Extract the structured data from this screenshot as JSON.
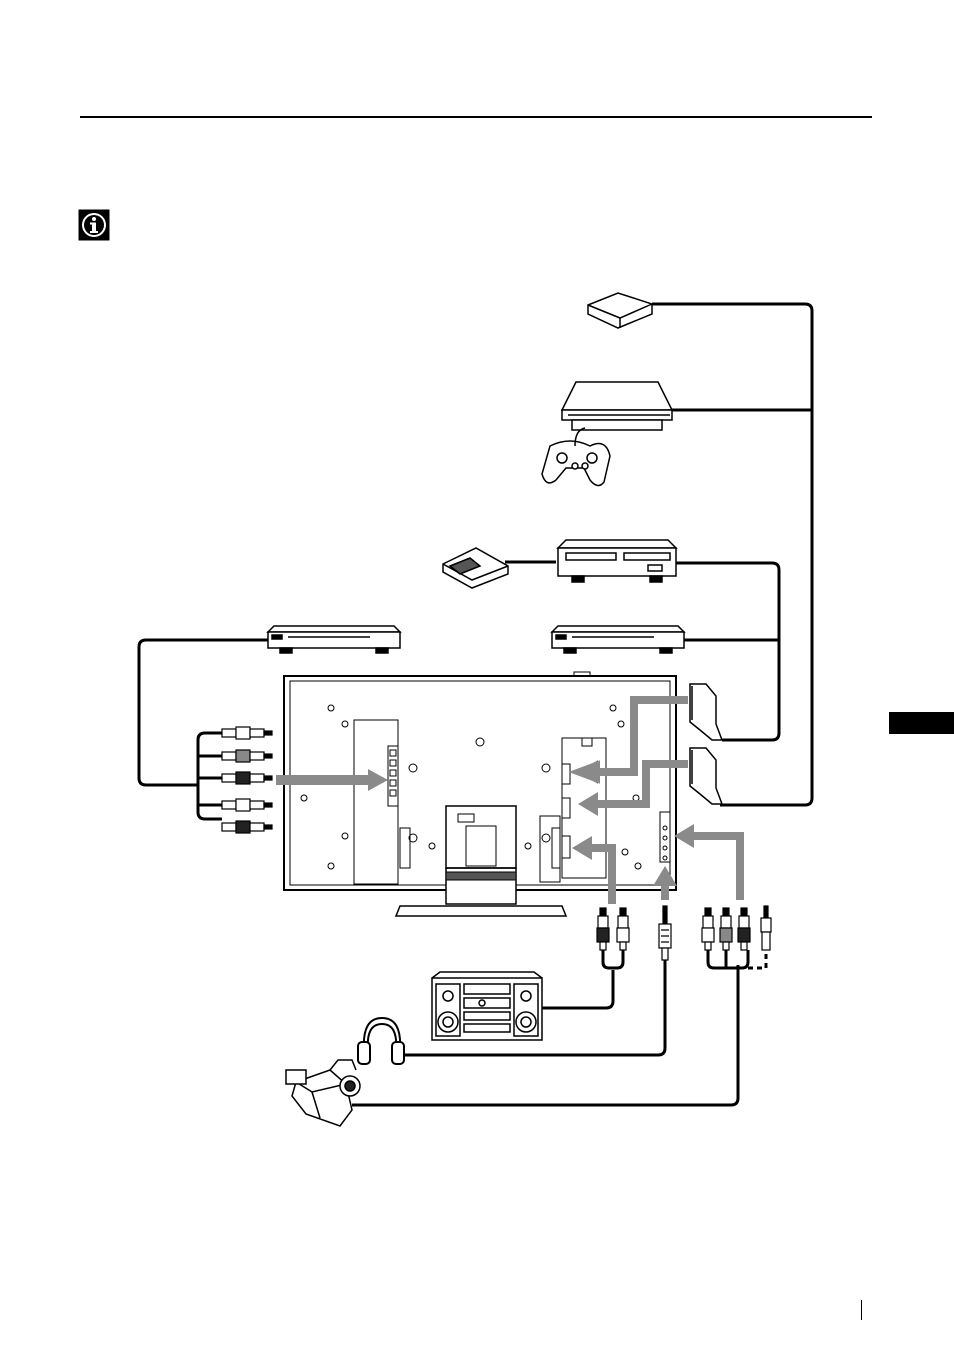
{
  "header": {
    "title": ""
  },
  "icons": {
    "info": "info-icon",
    "tab": "section-tab-marker"
  },
  "diagram": {
    "devices": [
      "decoder-top",
      "playstation-console",
      "game-controller",
      "decoder-left",
      "vcr-top",
      "dvd-recorder-left",
      "dvd-player-right",
      "tv-rear-panel",
      "hifi-system",
      "headphones",
      "camcorder"
    ],
    "connectors": [
      "scart-1",
      "scart-2",
      "rca-component-plugs",
      "rca-audio-plugs",
      "headphone-jack",
      "rca-av-plugs"
    ],
    "colors": {
      "line": "#000000",
      "arrow": "#8a8a8a",
      "panel": "#ffffff"
    }
  },
  "footer": {
    "page_number": ""
  }
}
